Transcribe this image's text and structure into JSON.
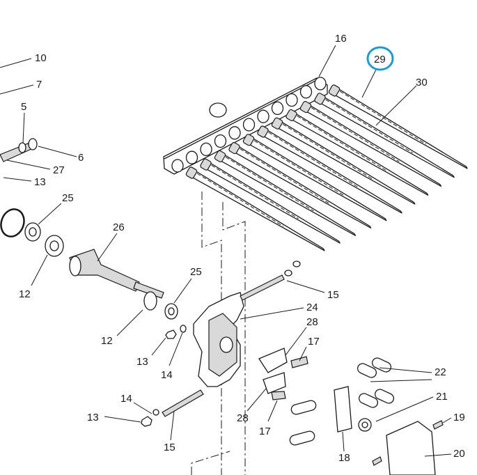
{
  "highlight_color": "#1a9ad6",
  "labels": {
    "l10": "10",
    "l7": "7",
    "l5": "5",
    "l6": "6",
    "l27": "27",
    "l13a": "13",
    "l25a": "25",
    "l12a": "12",
    "l26": "26",
    "l25b": "25",
    "l12b": "12",
    "l13b": "13",
    "l14a": "14",
    "l16": "16",
    "l29": "29",
    "l30": "30",
    "l15a": "15",
    "l24": "24",
    "l28a": "28",
    "l17a": "17",
    "l22": "22",
    "l21": "21",
    "l19": "19",
    "l20": "20",
    "l18": "18",
    "l17b": "17",
    "l28b": "28",
    "l14b": "14",
    "l13c": "13",
    "l15b": "15"
  },
  "highlighted_part": "29"
}
